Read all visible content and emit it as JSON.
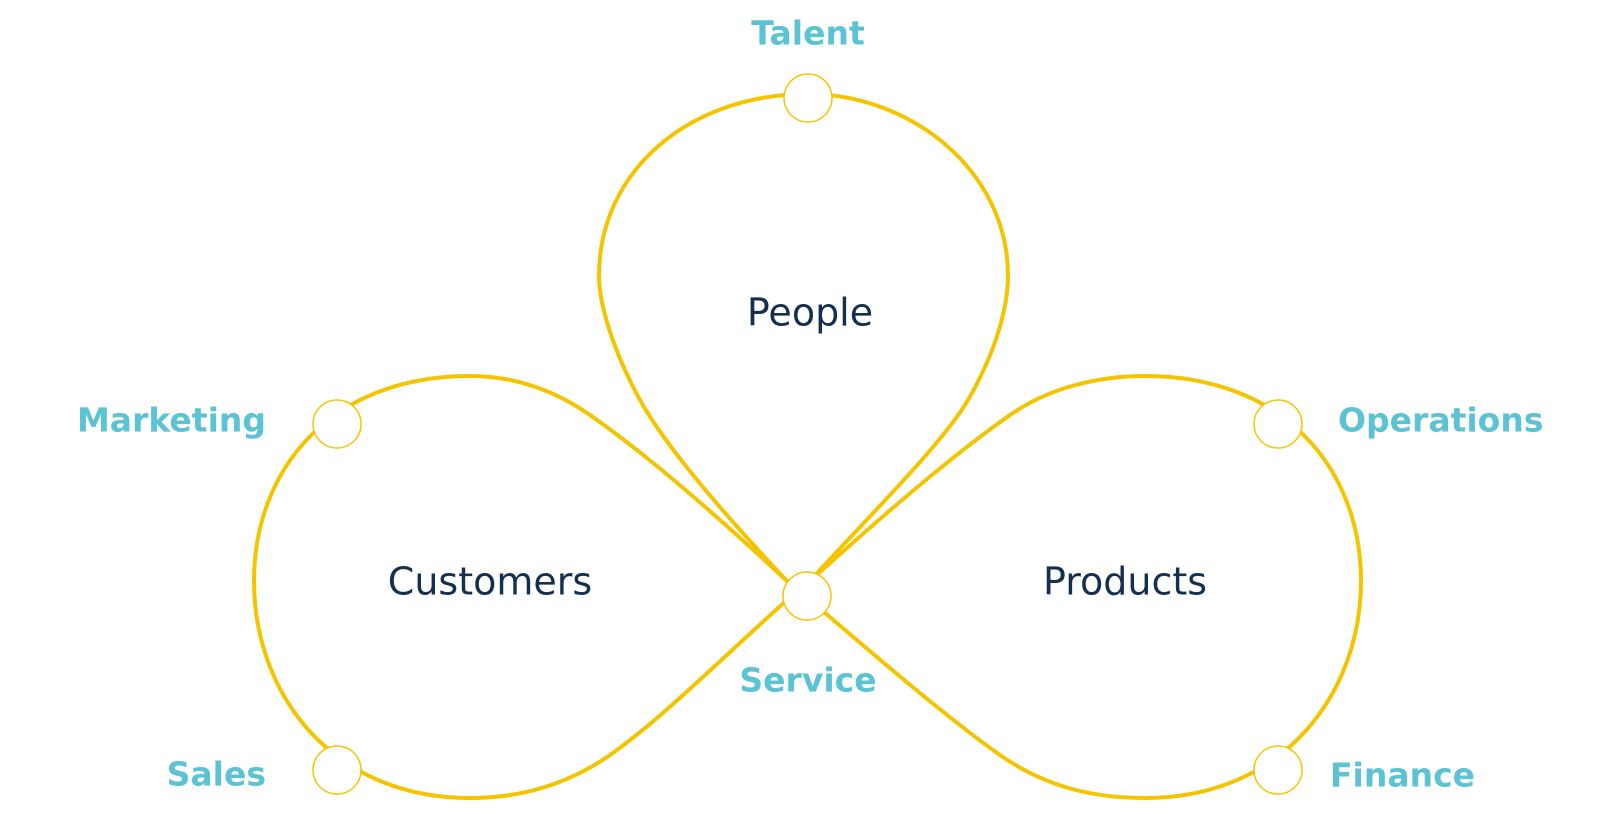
{
  "colors": {
    "outline": "#F5C400",
    "petal_text": "#14304F",
    "node_text": "#5BC3D3",
    "node_fill": "#FFFFFF"
  },
  "petals": [
    {
      "id": "people",
      "label": "People"
    },
    {
      "id": "customers",
      "label": "Customers"
    },
    {
      "id": "products",
      "label": "Products"
    }
  ],
  "nodes": [
    {
      "id": "talent",
      "label": "Talent"
    },
    {
      "id": "marketing",
      "label": "Marketing"
    },
    {
      "id": "sales",
      "label": "Sales"
    },
    {
      "id": "operations",
      "label": "Operations"
    },
    {
      "id": "finance",
      "label": "Finance"
    },
    {
      "id": "service",
      "label": "Service"
    }
  ]
}
